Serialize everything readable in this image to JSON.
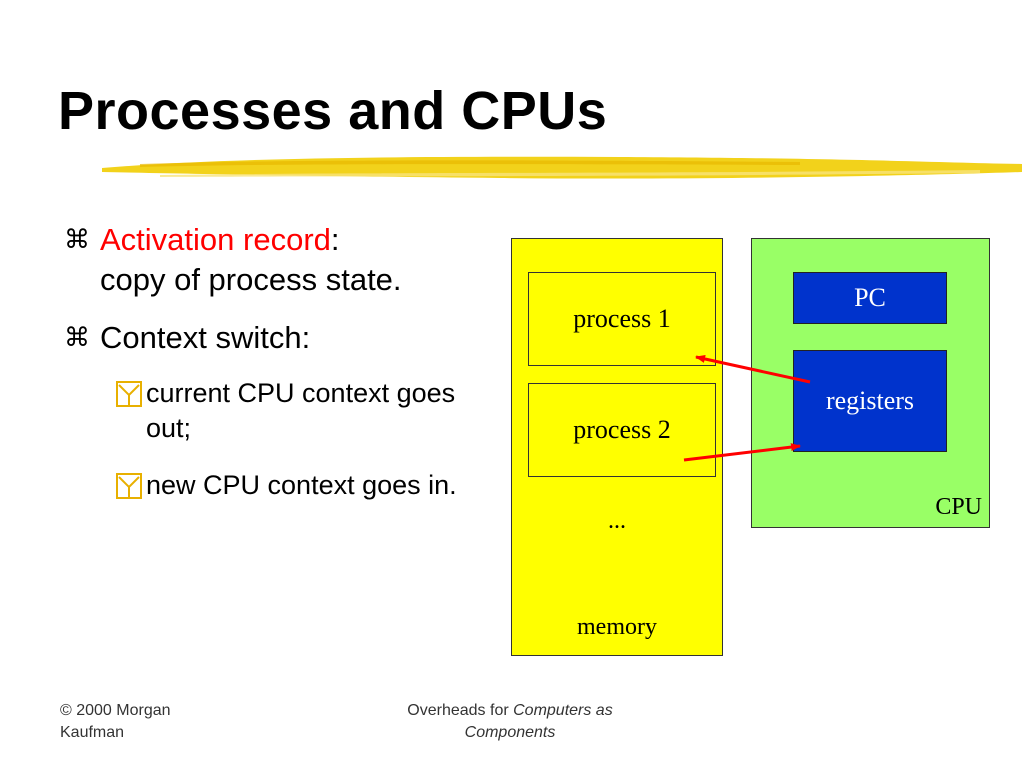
{
  "title": "Processes and CPUs",
  "bullets": {
    "b1_marker": "⌘",
    "b1_term": "Activation record",
    "b1_colon": ":",
    "b1_line2": "copy of process state.",
    "b2_marker": "⌘",
    "b2_text": "Context switch:",
    "sub1_text": "current CPU context goes out;",
    "sub2_text": "new CPU context goes in."
  },
  "diagram": {
    "process1": "process 1",
    "process2": "process 2",
    "ellipsis": "...",
    "memory_label": "memory",
    "pc_label": "PC",
    "registers_label": "registers",
    "cpu_label": "CPU"
  },
  "footer": {
    "left_line1": "© 2000 Morgan",
    "left_line2": "Kaufman",
    "center_prefix": "Overheads for ",
    "center_italic1": "Computers as",
    "center_italic2": "Components"
  },
  "colors": {
    "accent_red": "#ff0000",
    "memory_fill": "#ffff00",
    "cpu_fill": "#99ff66",
    "register_fill": "#0033cc",
    "title_underline": "#f2d21b"
  }
}
